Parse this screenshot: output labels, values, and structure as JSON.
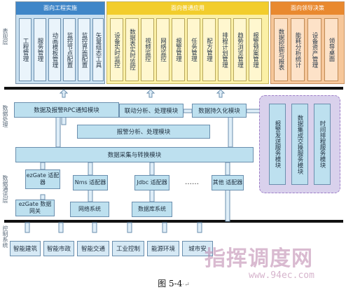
{
  "side_labels": {
    "presentation": "表现层",
    "processing": "数据处理",
    "comm": "数据通讯层",
    "control": "控制系统"
  },
  "groups": {
    "engineering": {
      "title": "面向工程实施",
      "items": [
        "工程管理",
        "服务管理",
        "动画模板管理",
        "监控节点配置",
        "监控界面配置",
        "矢量组态工具"
      ]
    },
    "general": {
      "title": "面向普通应用",
      "items": [
        "设备实时监控",
        "数据表实时监控",
        "视频监控",
        "网络监控",
        "报警管理",
        "任务管理",
        "配方管理",
        "排程计划管理",
        "趋势浏览管理",
        "报警预案管理"
      ]
    },
    "leader": {
      "title": "面向领导决策",
      "items": [
        "数据挖掘与报表",
        "能耗分析统计",
        "设备资产管理",
        "领导桌面"
      ]
    }
  },
  "modules": {
    "rpc": "数据及报警RPC通知模块",
    "linkage": "联动分析、处理模块",
    "persist": "数据持久化模块",
    "alarm_analysis": "报警分析、处理模块",
    "collect": "数据采集与转换模块"
  },
  "services": [
    "报警发送服务模块",
    "数据集成交换服务模块",
    "时间排程服务模块"
  ],
  "adapters": {
    "ezgate": "ezGate 适配器",
    "nms": "Nms 适配器",
    "jdbc": "Jdbc 适配器",
    "dots": "……",
    "other": "其他 适配器"
  },
  "subsystems": {
    "ezgate_gw": "ezGate 数据网关",
    "network": "网络系统",
    "database": "数据库系统"
  },
  "control": [
    "智能建筑",
    "智能市政",
    "智能交通",
    "工业控制",
    "能源环境",
    "城市安"
  ],
  "caption": "图 5-4",
  "caption_mark": "·↵",
  "watermark": "指挥调度网",
  "watermark_url": "www.94ec.com"
}
